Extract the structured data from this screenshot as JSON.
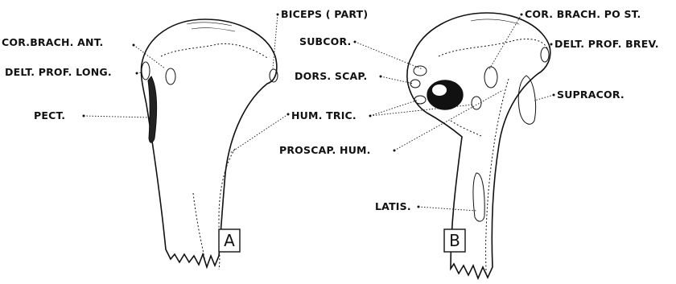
{
  "figure_a": {
    "panel_label": "A",
    "labels": {
      "biceps": "BICEPS ( PART)",
      "cor_brach_ant": "COR.BRACH. ANT.",
      "delt_prof_long": "DELT. PROF. LONG.",
      "pect": "PECT."
    }
  },
  "figure_b": {
    "panel_label": "B",
    "labels": {
      "cor_brach_post": "COR. BRACH. PO ST.",
      "subcor": "SUBCOR.",
      "delt_prof_brev": "DELT. PROF. BREV.",
      "dors_scap": "DORS. SCAP.",
      "supracor": "SUPRACOR.",
      "hum_tric": "HUM. TRIC.",
      "proscap_hum": "PROSCAP. HUM.",
      "latis": "LATIS."
    }
  }
}
